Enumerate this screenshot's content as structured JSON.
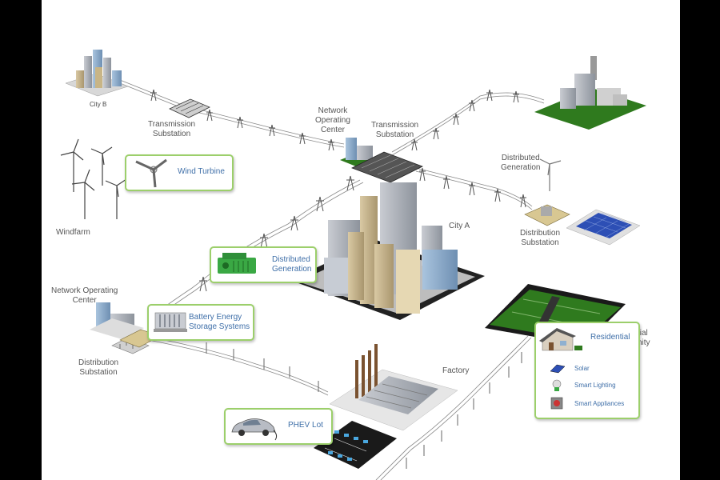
{
  "labels": {
    "city_b": "City B",
    "transmission_substation_left": [
      "Transmission",
      "Substation"
    ],
    "network_operating_center_top": [
      "Network",
      "Operating",
      "Center"
    ],
    "transmission_substation_center": [
      "Transmission",
      "Substation"
    ],
    "distributed_generation_right": [
      "Distributed",
      "Generation"
    ],
    "windfarm": "Windfarm",
    "city_a": "City A",
    "distribution_substation_right": [
      "Distribution",
      "Substation"
    ],
    "network_operating_center_left": [
      "Network Operating",
      "Center"
    ],
    "distribution_substation_left": [
      "Distribution",
      "Substation"
    ],
    "factory": "Factory",
    "residential_community_partial": [
      "tial",
      "nity"
    ]
  },
  "callouts": {
    "wind_turbine": "Wind Turbine",
    "distributed_generation": [
      "Distributed",
      "Generation"
    ],
    "battery_storage": [
      "Battery Energy",
      "Storage Systems"
    ],
    "phev_lot": "PHEV Lot",
    "residential": {
      "title": "Residential",
      "items": [
        "Solar",
        "Smart Lighting",
        "Smart Appliances"
      ]
    }
  },
  "colors": {
    "callout_border": "#9ccf6b",
    "callout_text": "#3f6fa8",
    "grass": "#2f7a1e",
    "generator": "#3aa844",
    "solar_panel": "#2d4fb5",
    "background": "#ffffff",
    "frame": "#000000"
  }
}
